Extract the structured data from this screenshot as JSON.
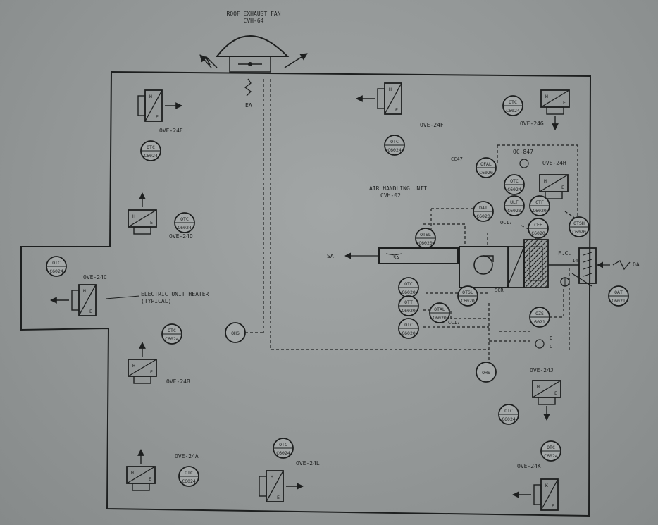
{
  "fan": {
    "title": "ROOF EXHAUST FAN",
    "tag": "CVH-64"
  },
  "ahu": {
    "title": "AIR HANDLING UNIT",
    "tag": "CVH-02"
  },
  "label_ea": "EA",
  "label_sa": "SA",
  "label_oa": "OA",
  "label_fc": "F.C.",
  "label_oc847": "OC-847",
  "label_cc47_top": "CC47",
  "label_cc47_bottom": "CC17",
  "label_oc17": "OC17",
  "label_scr": "SCR",
  "label_oc_o": "O",
  "label_oc_c": "C",
  "label_14": "14",
  "supply_duct": "SA",
  "heater_callout": {
    "line1": "ELECTRIC UNIT HEATER",
    "line2": "(TYPICAL)"
  },
  "heater_h": "H",
  "heater_e": "E",
  "heater_k": "K",
  "heaters": {
    "a": "OVE-24A",
    "b": "OVE-24B",
    "c": "OVE-24C",
    "d": "OVE-24D",
    "e": "OVE-24E",
    "f": "OVE-24F",
    "g": "OVE-24G",
    "h": "OVE-24H",
    "j": "OVE-24J",
    "k": "OVE-24K",
    "l": "OVE-24L"
  },
  "instruments": {
    "ohs1": "OHS",
    "ohs2": "OHS",
    "tc_d": [
      "OTC",
      "C6024"
    ],
    "tc_a": [
      "OTC",
      "C6024"
    ],
    "tc_b": [
      "OTC",
      "C6024"
    ],
    "tc_c": [
      "OTC",
      "C6024"
    ],
    "tc_e": [
      "OTC",
      "C6024"
    ],
    "tc_f": [
      "OTC",
      "C6024"
    ],
    "tc_g": [
      "OTC",
      "C6024"
    ],
    "tc_j": [
      "OTC",
      "C6024"
    ],
    "tc_k": [
      "OTC",
      "C6024"
    ],
    "tc_l": [
      "OTC",
      "C6024"
    ],
    "tc_h": [
      "OTC",
      "C6024"
    ],
    "fal": [
      "OFAL",
      "C6020"
    ],
    "dat": [
      "DAT",
      "C6020"
    ],
    "tsl": [
      "OTSL",
      "C6020"
    ],
    "ulf": [
      "ULF",
      "C6020"
    ],
    "ctf": [
      "CTF",
      "C6020"
    ],
    "tsh": [
      "OTSH",
      "C6020"
    ],
    "cee": [
      "CEE",
      "C6020"
    ],
    "tc1": [
      "OTC",
      "C6020"
    ],
    "tt": [
      "OTT",
      "C6020"
    ],
    "tc2": [
      "OTC",
      "C6020"
    ],
    "tsl2": [
      "OTSL",
      "C6020"
    ],
    "tal": [
      "OTAL",
      "C6020"
    ],
    "zs": [
      "OZS",
      "6021"
    ],
    "at": [
      "OAT",
      "C6021"
    ]
  },
  "colors": {
    "paper": "#949898",
    "ink": "#1d1f1f"
  }
}
